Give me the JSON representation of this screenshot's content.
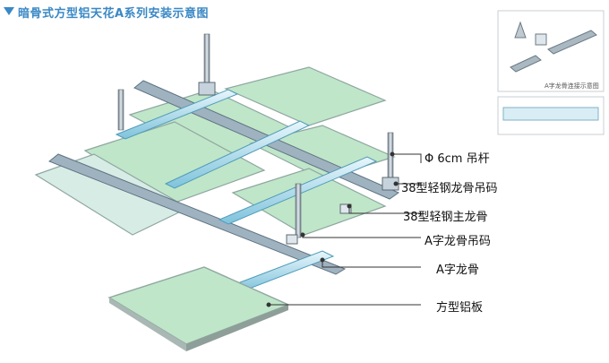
{
  "title": "暗骨式方型铝天花A系列安装示意图",
  "labels": {
    "rod": "Φ 6cm 吊杆",
    "main_clip": "38型轻钢龙骨吊码",
    "main_channel": "38型轻钢主龙骨",
    "a_clip": "A字龙骨吊码",
    "a_runner": "A字龙骨",
    "panel": "方型铝板"
  },
  "inset": {
    "caption": "A字龙骨连接示意图"
  },
  "colors": {
    "title": "#3a88c5",
    "panel_fill": "#bfe6c8",
    "panel_edge": "#8fa7a2",
    "channel": "#9fb2c0",
    "rail": "#7fc3dc",
    "leader": "#333333"
  }
}
